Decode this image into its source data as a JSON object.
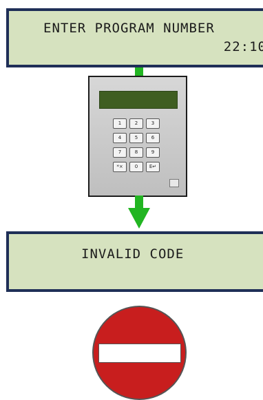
{
  "top_display": {
    "line1": "ENTER PROGRAM NUMBER",
    "line2": "22:10"
  },
  "bottom_display": {
    "line1": "INVALID CODE"
  },
  "keypad": {
    "keys": [
      "1",
      "2",
      "3",
      "4",
      "5",
      "6",
      "7",
      "8",
      "9",
      "*×",
      "0",
      "E↵"
    ]
  },
  "colors": {
    "lcd_background": "#d6e2bf",
    "lcd_border": "#1f2f57",
    "arrow": "#22b522",
    "keypad_screen": "#3f5e21",
    "no_entry_sign": "#c81e1e"
  },
  "icons": {
    "arrow": "down-arrow-icon",
    "sign": "no-entry-icon"
  }
}
